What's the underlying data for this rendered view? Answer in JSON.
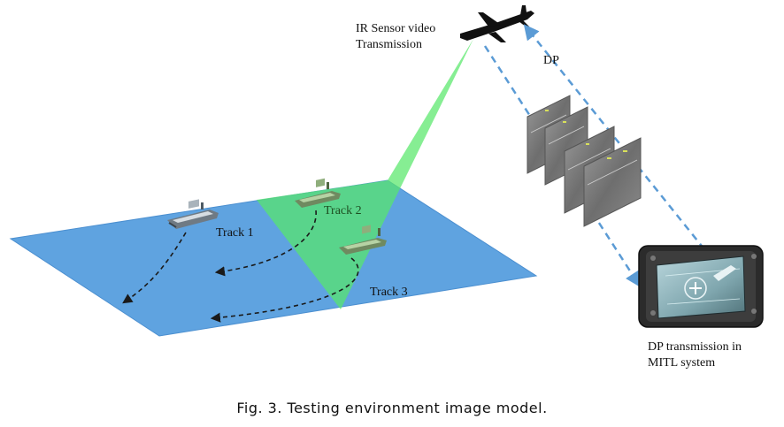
{
  "labels": {
    "ir_sensor_line1": "IR Sensor video",
    "ir_sensor_line2": "Transmission",
    "dp": "DP",
    "track1": "Track 1",
    "track2": "Track 2",
    "track3": "Track 3",
    "dp_transmission_line1": "DP transmission in",
    "dp_transmission_line2": "MITL system"
  },
  "caption": "Fig. 3. Testing environment image model.",
  "colors": {
    "sea": "#5fa3e0",
    "sea_edge": "#4b8fd0",
    "sensor_beam": "#57e86a",
    "link_dash": "#5b9bd5",
    "aircraft": "#111111",
    "track_arrow": "#1a1a1a"
  },
  "icons": {
    "aircraft": "missile-silhouette-icon",
    "ship": "ship-icon",
    "frames": "ir-frame-icon",
    "display": "mitl-display-icon"
  }
}
